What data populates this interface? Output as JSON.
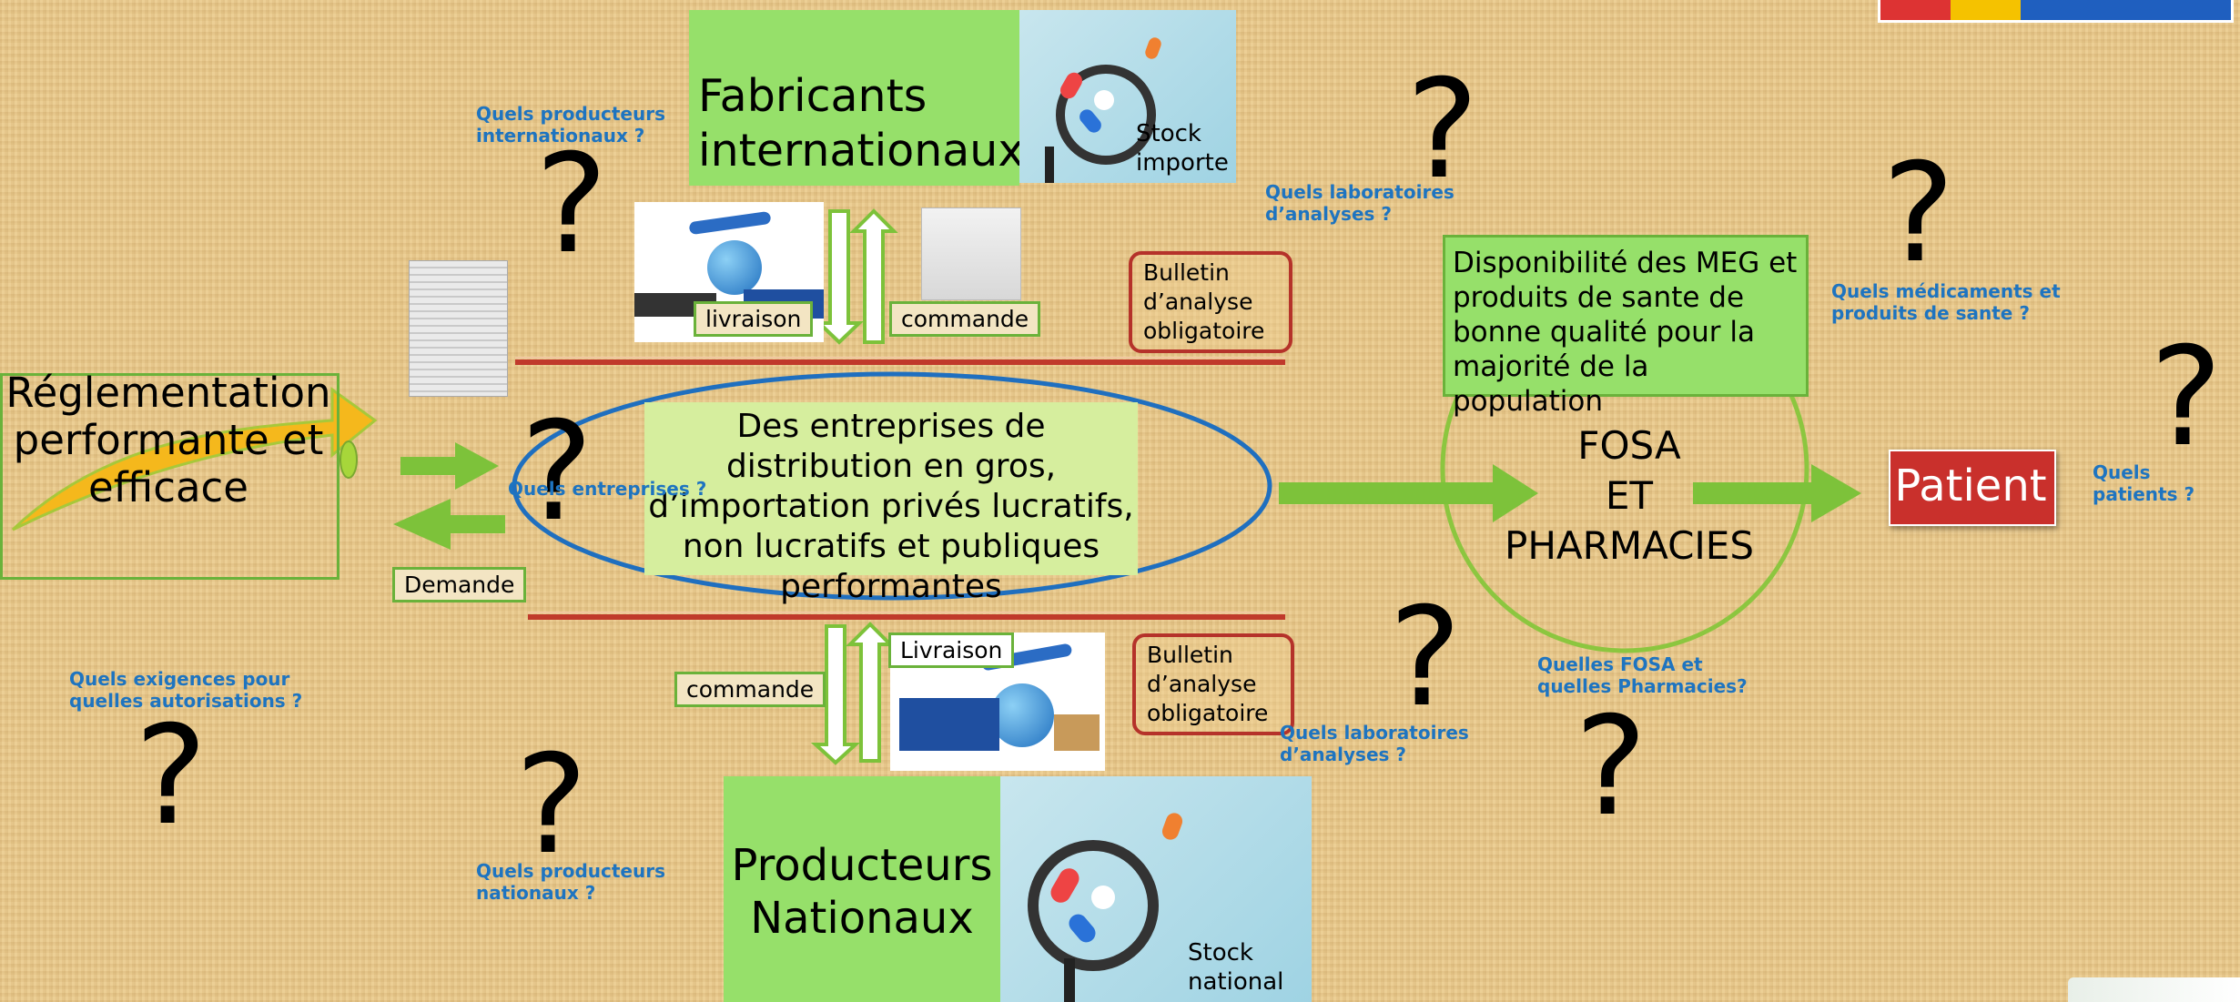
{
  "boxes": {
    "fabricants": "Fabricants internationaux",
    "stock_importe": "Stock importe",
    "producteurs": "Producteurs Nationaux",
    "stock_national": "Stock national",
    "reglementation": "Réglementation performante et efficace",
    "entreprises": "Des entreprises de distribution en gros, d’importation privés lucratifs, non lucratifs et publiques performantes",
    "disponibilite": "Disponibilité des MEG et produits de sante de bonne qualité pour la majorité de la population",
    "fosa": "FOSA\nET\nPHARMACIES",
    "patient": "Patient"
  },
  "tags": {
    "livraison_top": "livraison",
    "commande_top": "commande",
    "livraison_bottom": "Livraison",
    "commande_bottom": "commande",
    "demande": "Demande"
  },
  "bulletins": {
    "top": "Bulletin\nd’analyse\nobligatoire",
    "bottom": "Bulletin\nd’analyse\nobligatoire"
  },
  "questions": {
    "mark": "?",
    "producteurs_internationaux": "Quels producteurs\ninternationaux ?",
    "laboratoires_top": "Quels laboratoires\nd’analyses ?",
    "medicaments": "Quels médicaments et\nproduits de sante ?",
    "patients": "Quels patients ?",
    "entreprises": "Quels entreprises ?",
    "exigences": "Quels exigences pour\nquelles autorisations ?",
    "producteurs_nationaux": "Quels producteurs\nnationaux ?",
    "laboratoires_bottom": "Quels laboratoires\nd’analyses ?",
    "fosa": "Quelles FOSA et\nquelles Pharmacies?"
  },
  "colors": {
    "green_box": "#96e06a",
    "light_green": "#d6ee9e",
    "arrow_green": "#7dc23a",
    "red_line": "#c0392b",
    "blue_ellipse": "#1f6fbf",
    "question_blue": "#1e74c0",
    "patient_red": "#c9302c"
  }
}
